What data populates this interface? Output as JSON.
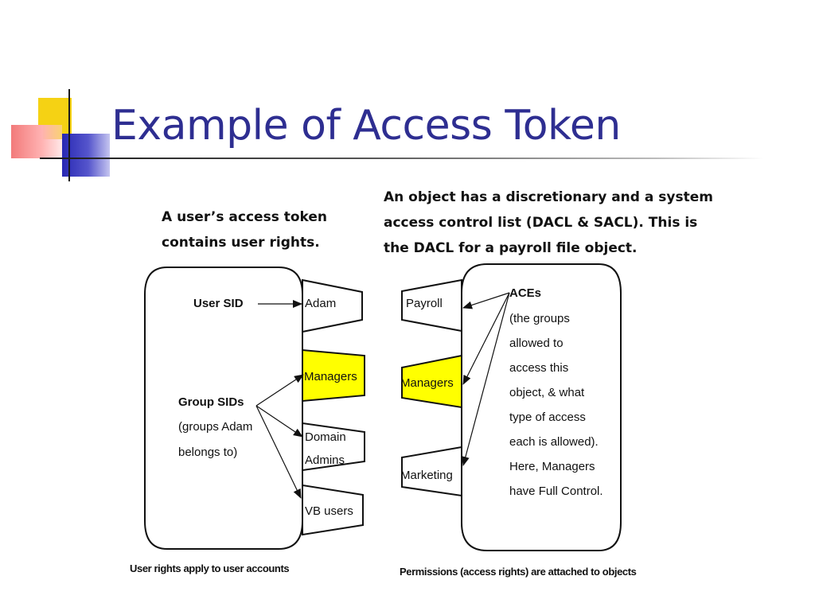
{
  "slide": {
    "title": "Example of Access Token"
  },
  "diagram": {
    "left_caption": [
      "A user’s access token",
      "contains user rights."
    ],
    "right_caption": [
      "An object has a discretionary and a system",
      "access control list (DACL & SACL). This  is",
      "the DACL for a payroll file object."
    ],
    "token": {
      "user_sid_label": "User SID",
      "group_sids_label": "Group SIDs",
      "group_sids_note": [
        "(groups Adam",
        "belongs to)"
      ],
      "tabs": [
        {
          "lines": [
            "Adam"
          ],
          "highlight": false
        },
        {
          "lines": [
            "Managers"
          ],
          "highlight": true
        },
        {
          "lines": [
            "Domain",
            "Admins"
          ],
          "highlight": false
        },
        {
          "lines": [
            "VB users"
          ],
          "highlight": false
        }
      ],
      "footer": "User rights apply to user accounts"
    },
    "dacl": {
      "aces_label": "ACEs",
      "aces_note": [
        "(the groups",
        "allowed to",
        "access this",
        "object, & what",
        "type of access",
        "each is allowed).",
        "Here, Managers",
        "have Full Control."
      ],
      "tabs": [
        {
          "lines": [
            "Payroll"
          ],
          "highlight": false
        },
        {
          "lines": [
            "Managers"
          ],
          "highlight": true
        },
        {
          "lines": [
            "Marketing"
          ],
          "highlight": false
        }
      ],
      "footer": "Permissions (access rights) are attached to objects"
    },
    "colors": {
      "highlight": "#ffff00",
      "title": "#2e2e91"
    }
  }
}
